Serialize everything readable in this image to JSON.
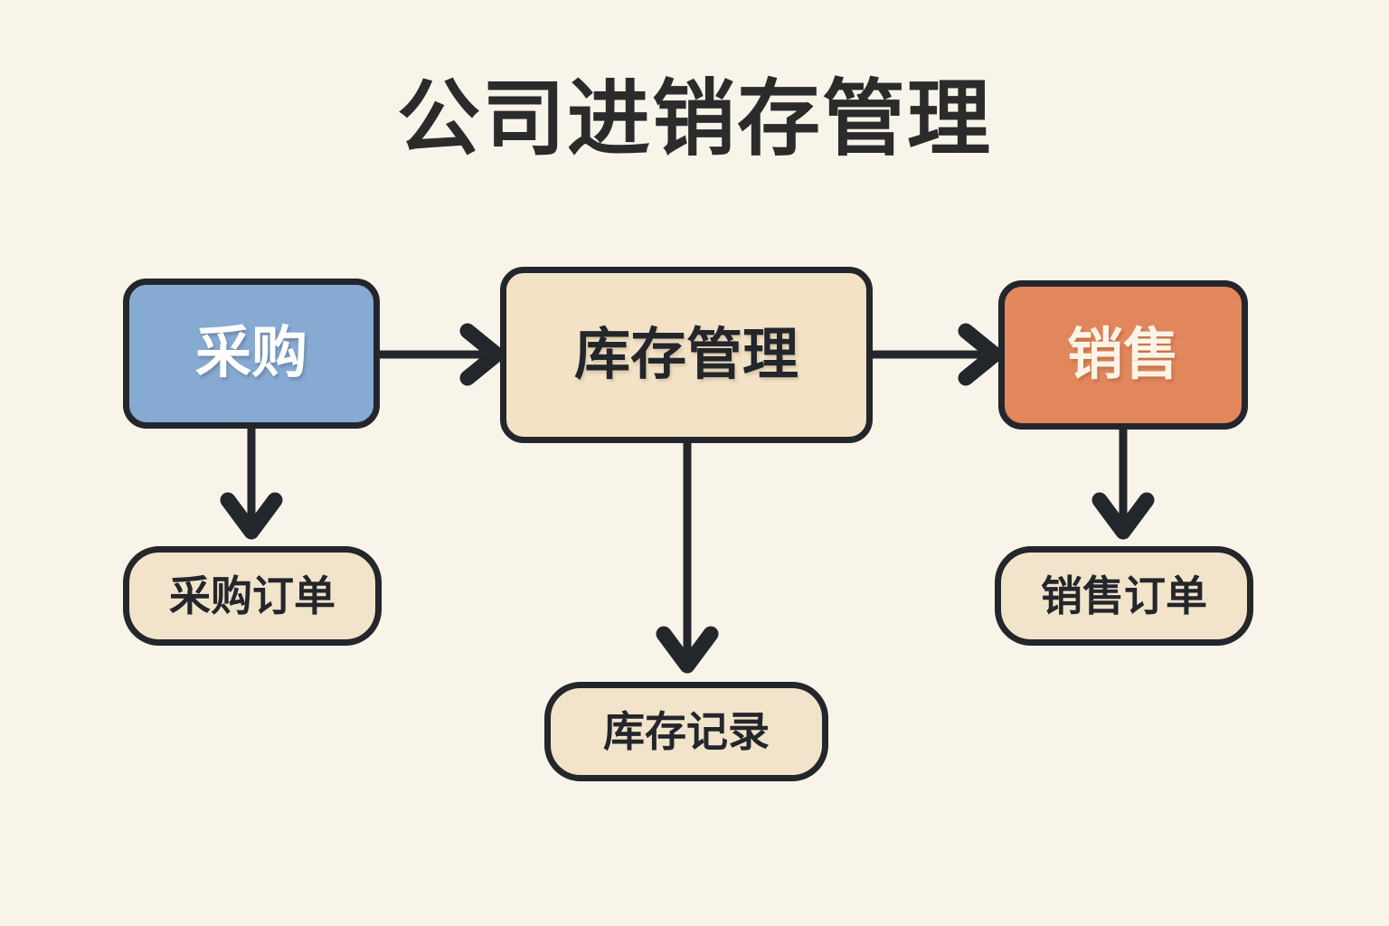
{
  "page": {
    "background_color": "#f8f4ea",
    "title": "公司进销存管理"
  },
  "palette": {
    "stroke": "#23262b",
    "procurement_fill": "#86aad2",
    "inventory_fill": "#f3e2c6",
    "sales_fill": "#e2865c",
    "pill_fill": "#f2e3cb",
    "light_text": "#ffffff",
    "cream_text": "#fdf4e6",
    "dark_text": "#23262b"
  },
  "diagram": {
    "type": "flowchart",
    "nodes": [
      {
        "id": "procurement",
        "label": "采购",
        "role": "main-stage",
        "fill": "#86aad2",
        "text_color": "#ffffff"
      },
      {
        "id": "inventory",
        "label": "库存管理",
        "role": "main-stage",
        "fill": "#f3e2c6",
        "text_color": "#23262b"
      },
      {
        "id": "sales",
        "label": "销售",
        "role": "main-stage",
        "fill": "#e2865c",
        "text_color": "#fdf4e6"
      },
      {
        "id": "purchase-order",
        "label": "采购订单",
        "role": "artifact",
        "fill": "#f2e3cb",
        "text_color": "#23262b"
      },
      {
        "id": "inventory-record",
        "label": "库存记录",
        "role": "artifact",
        "fill": "#f2e3cb",
        "text_color": "#23262b"
      },
      {
        "id": "sales-order",
        "label": "销售订单",
        "role": "artifact",
        "fill": "#f2e3cb",
        "text_color": "#23262b"
      }
    ],
    "edges": [
      {
        "id": "edge-procurement-inventory",
        "from": "procurement",
        "to": "inventory",
        "direction": "right",
        "style": "solid-chevron"
      },
      {
        "id": "edge-inventory-sales",
        "from": "inventory",
        "to": "sales",
        "direction": "right",
        "style": "solid-chevron"
      },
      {
        "id": "edge-procurement-purchase-order",
        "from": "procurement",
        "to": "purchase-order",
        "direction": "down",
        "style": "solid-chevron"
      },
      {
        "id": "edge-inventory-inventory-record",
        "from": "inventory",
        "to": "inventory-record",
        "direction": "down",
        "style": "solid-chevron"
      },
      {
        "id": "edge-sales-sales-order",
        "from": "sales",
        "to": "sales-order",
        "direction": "down",
        "style": "solid-chevron"
      }
    ]
  }
}
